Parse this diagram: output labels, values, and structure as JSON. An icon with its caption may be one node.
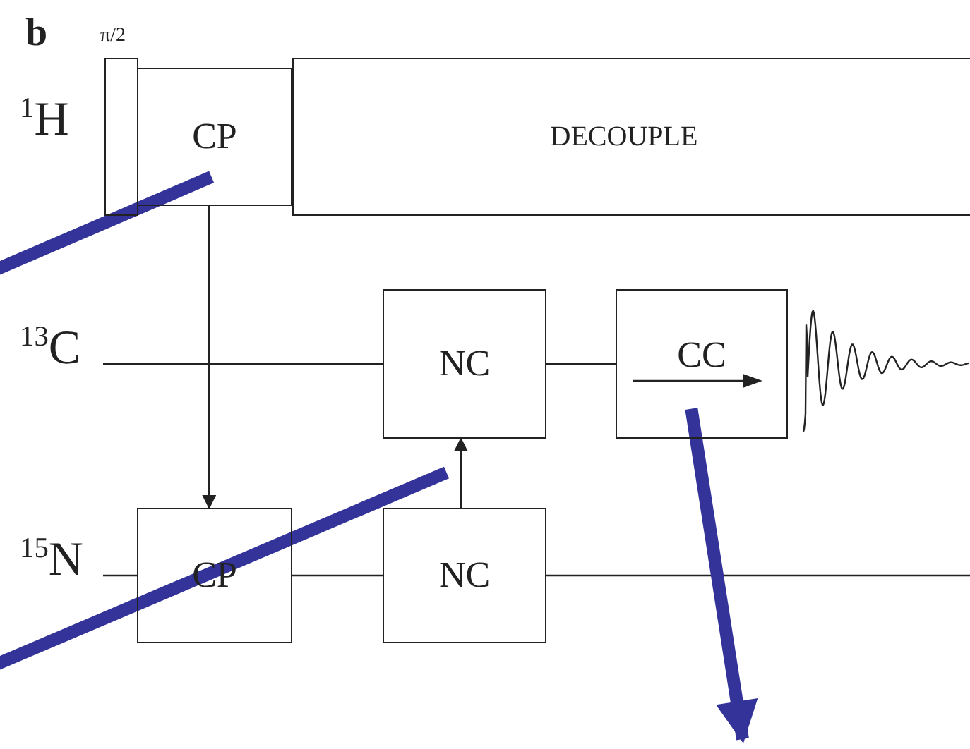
{
  "diagram": {
    "nodes": [
      {
        "text": [
          "π/2"
        ]
      },
      {
        "text": [
          "CP"
        ]
      },
      {
        "text": [
          "DECOUPLE"
        ]
      },
      {
        "text": [
          "NC"
        ]
      },
      {
        "text": [
          "CC"
        ]
      },
      {
        "text": [
          "CP"
        ]
      },
      {
        "text": [
          "NC"
        ]
      }
    ],
    "edges": [
      {
        "from": 1,
        "to": 5,
        "arrow": "to"
      },
      {
        "from": 6,
        "to": 3,
        "arrow": "to"
      },
      {
        "from": null,
        "to": 3,
        "arrow": "none"
      },
      {
        "from": 3,
        "to": 4,
        "arrow": "none"
      },
      {
        "from": null,
        "to": 5,
        "arrow": "none"
      },
      {
        "from": 5,
        "to": 6,
        "arrow": "none"
      },
      {
        "from": 6,
        "to": null,
        "arrow": "none"
      },
      {
        "from": null,
        "to": 1,
        "arrow": "none",
        "style": "thick",
        "color": "#333399"
      },
      {
        "from": null,
        "to": 6,
        "arrow": "none",
        "style": "thick",
        "color": "#333399"
      },
      {
        "from": 4,
        "to": null,
        "arrow": "to",
        "style": "thick",
        "color": "#333399"
      }
    ],
    "labels": [
      "b",
      "$^{1}$H",
      "$^{13}$C",
      "$^{15}$N"
    ]
  }
}
